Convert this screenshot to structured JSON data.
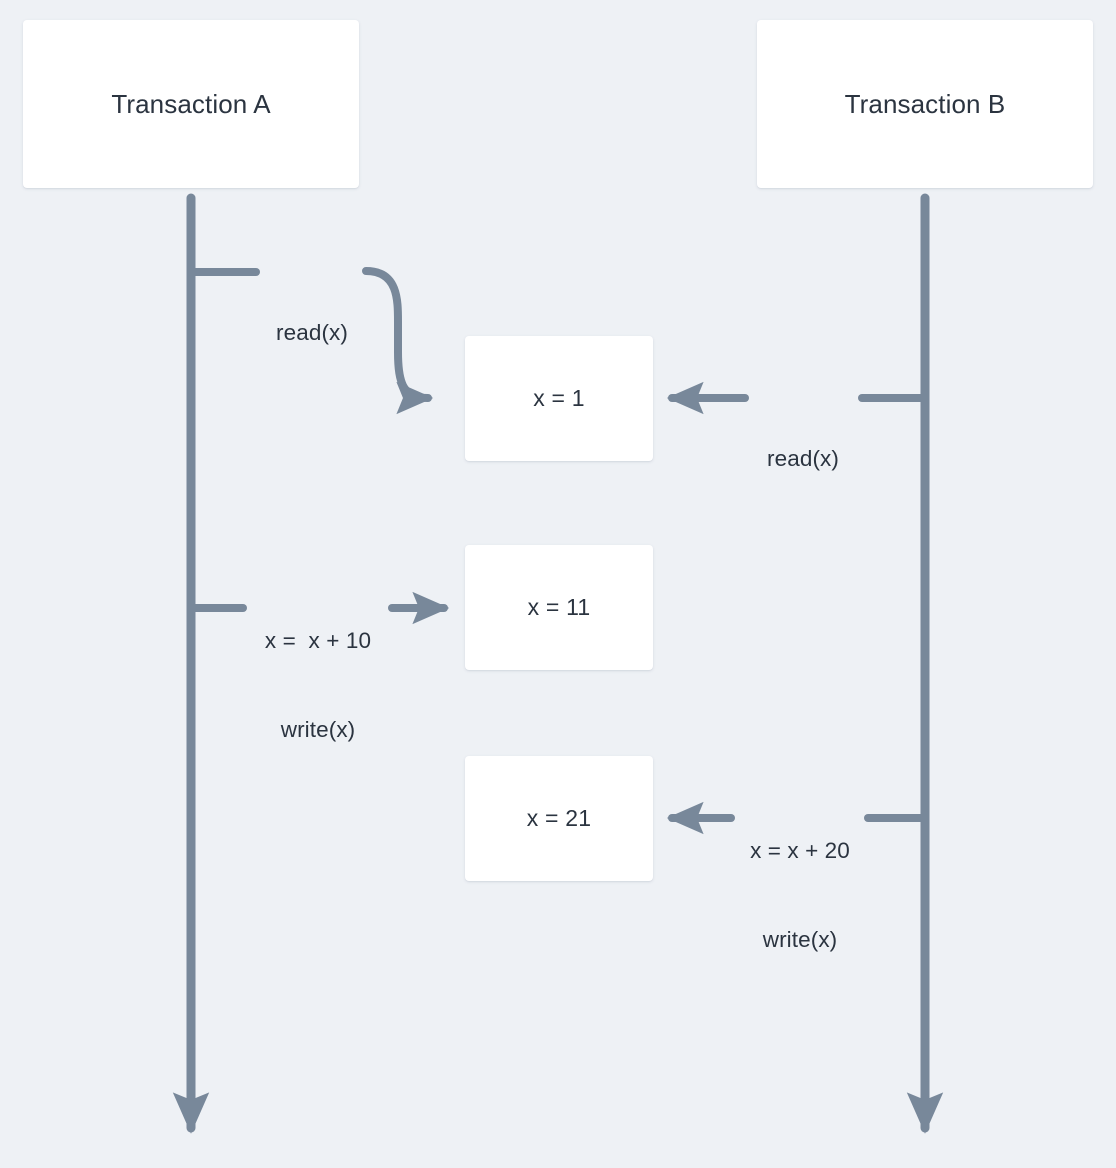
{
  "diagram": {
    "type": "sequence-diagram",
    "title": "Lost update between two concurrent transactions",
    "colors": {
      "background": "#eef1f5",
      "box_fill": "#ffffff",
      "line": "#78889a",
      "text": "#2b3440"
    },
    "actors": [
      {
        "id": "transaction-a",
        "label": "Transaction A"
      },
      {
        "id": "transaction-b",
        "label": "Transaction B"
      }
    ],
    "states": [
      {
        "id": "state-x-1",
        "label": "x = 1"
      },
      {
        "id": "state-x-11",
        "label": "x = 11"
      },
      {
        "id": "state-x-21",
        "label": "x = 21"
      }
    ],
    "messages": [
      {
        "id": "msg-a-read",
        "from": "transaction-a",
        "to": "state-x-1",
        "direction": "right",
        "shape": "curved",
        "lines": [
          "read(x)"
        ]
      },
      {
        "id": "msg-b-read",
        "from": "transaction-b",
        "to": "state-x-1",
        "direction": "left",
        "shape": "straight",
        "lines": [
          "read(x)"
        ]
      },
      {
        "id": "msg-a-write",
        "from": "transaction-a",
        "to": "state-x-11",
        "direction": "right",
        "shape": "straight",
        "lines": [
          "x =  x + 10",
          "write(x)"
        ]
      },
      {
        "id": "msg-b-write",
        "from": "transaction-b",
        "to": "state-x-21",
        "direction": "left",
        "shape": "straight",
        "lines": [
          "x = x + 20",
          "write(x)"
        ]
      }
    ]
  }
}
